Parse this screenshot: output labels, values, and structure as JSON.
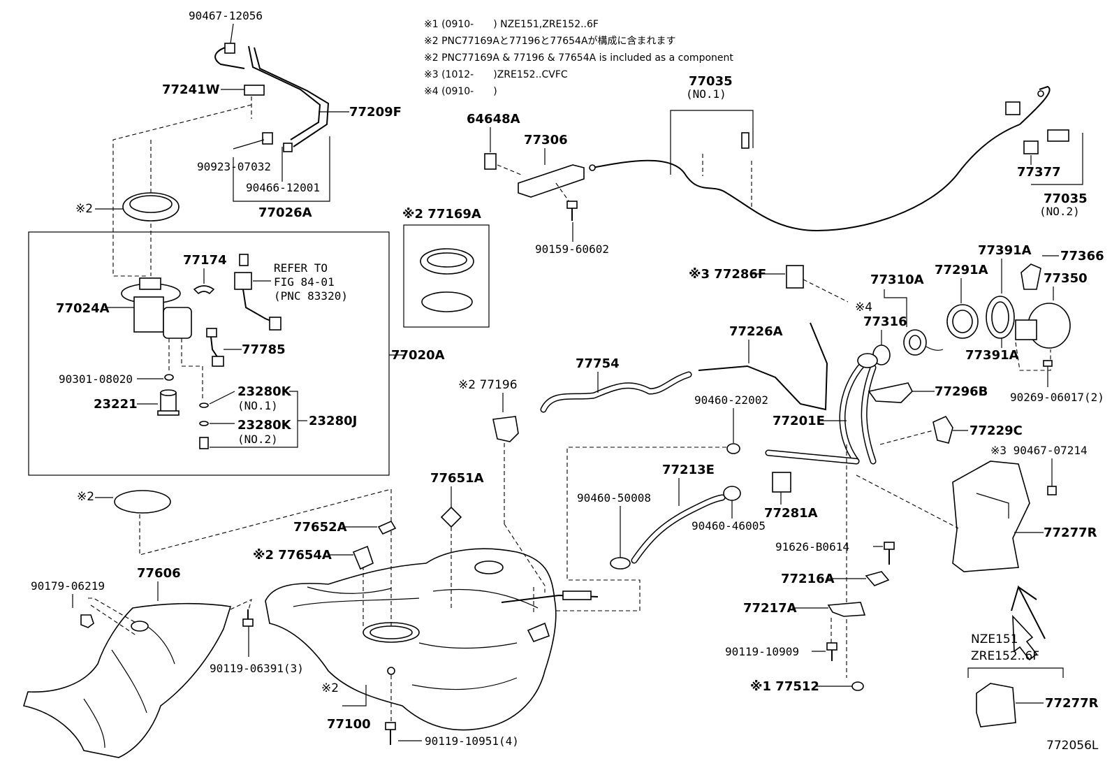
{
  "notes": [
    "※1 (0910-　　) NZE151,ZRE152..6F",
    "※2 PNC77169Aと77196と77654Aが構成に含まれます",
    "※2 PNC77169A & 77196 & 77654A is included as a component",
    "※3 (1012-　　)ZRE152..CVFC",
    "※4 (0910-　　)"
  ],
  "refer": [
    "REFER TO",
    "FIG 84-01",
    "(PNC 83320)"
  ],
  "parts": {
    "p90467_12056": "90467-12056",
    "p77241W": "77241W",
    "p77209F": "77209F",
    "p90923_07032": "90923-07032",
    "p90466_12001": "90466-12001",
    "p77026A": "77026A",
    "mark2_ring": "※2",
    "p77174": "77174",
    "p77024A": "77024A",
    "p77785": "77785",
    "p77020A": "77020A",
    "p90301_08020": "90301-08020",
    "p23221": "23221",
    "p23280K_1": "23280K",
    "no1": "(NO.1)",
    "p23280K_2": "23280K",
    "no2": "(NO.2)",
    "p23280J": "23280J",
    "p77169A": "※2 77169A",
    "p64648A": "64648A",
    "p77306": "77306",
    "p90159_60602": "90159-60602",
    "p77035_a": "77035",
    "p77035_a_no": "(NO.1)",
    "p77377": "77377",
    "p77035_b": "77035",
    "p77035_b_no": "(NO.2)",
    "p77286F": "※3 77286F",
    "p77310A": "77310A",
    "p77291A": "77291A",
    "p77391A_top": "77391A",
    "p77366": "77366",
    "p77350": "77350",
    "mark4": "※4",
    "p77316": "77316",
    "p77391A_bot": "77391A",
    "p77226A": "77226A",
    "p77754": "77754",
    "p90460_22002": "90460-22002",
    "p77201E": "77201E",
    "p77296B": "77296B",
    "p90269_06017": "90269-06017(2)",
    "p77196": "※2 77196",
    "p77229C": "77229C",
    "p90467_07214": "※3 90467-07214",
    "p77213E": "77213E",
    "p77651A": "77651A",
    "p90460_50008": "90460-50008",
    "p90460_46005": "90460-46005",
    "p77281A": "77281A",
    "p77277R_top": "77277R",
    "mark2_gasket": "※2",
    "p77652A": "77652A",
    "p77654A": "※2 77654A",
    "p91626_B0614": "91626-B0614",
    "p77606": "77606",
    "p90179_06219": "90179-06219",
    "p77216A": "77216A",
    "p77217A": "77217A",
    "p90119_06391": "90119-06391(3)",
    "p90119_10909": "90119-10909",
    "p77512": "※1 77512",
    "mark2_tank": "※2",
    "p77100": "77100",
    "p90119_10951": "90119-10951(4)",
    "model_a": "NZE151",
    "model_b": "ZRE152..6F",
    "p77277R_bot": "77277R",
    "fig_no": "772056L"
  }
}
